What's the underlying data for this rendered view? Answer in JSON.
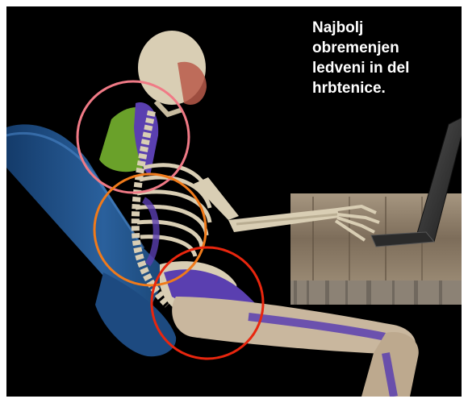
{
  "caption": "Najbolj\nobremenjen\nledveni in del\nhrbtenice.",
  "colors": {
    "background": "#000000",
    "frame": "#ffffff",
    "caption_text": "#ffffff",
    "circle_neck": "#f07a86",
    "circle_thoracic": "#f07a1a",
    "circle_lumbar": "#e8260e",
    "chair": "#1f4f86",
    "desk": "#8a7a66",
    "laptop": "#2b2b2b",
    "bone": "#d9ceb4",
    "muscle_purple": "#5a3fb0",
    "muscle_green": "#6aa12a"
  },
  "icons": {
    "chair": "office-chair",
    "desk": "wooden-desk",
    "laptop": "laptop",
    "figure": "seated-skeleton"
  }
}
